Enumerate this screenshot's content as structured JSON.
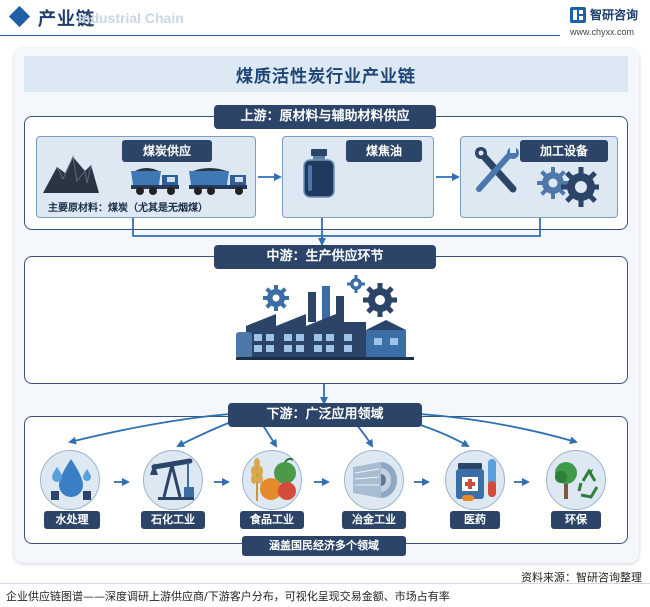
{
  "header": {
    "title": "产业链",
    "title_en": "Industrial Chain",
    "brand_name": "智研咨询",
    "brand_url": "www.chyxx.com"
  },
  "main_title": "煤质活性炭行业产业链",
  "upstream": {
    "label": "上游：原材料与辅助材料供应",
    "coal": {
      "label": "煤炭供应",
      "note": "主要原材料：煤炭（尤其是无烟煤）"
    },
    "coal_tar": {
      "label": "煤焦油"
    },
    "equipment": {
      "label": "加工设备"
    }
  },
  "midstream": {
    "label": "中游：生产供应环节"
  },
  "downstream": {
    "label": "下游：广泛应用领域",
    "industries": [
      {
        "label": "水处理"
      },
      {
        "label": "石化工业"
      },
      {
        "label": "食品工业"
      },
      {
        "label": "冶金工业"
      },
      {
        "label": "医药"
      },
      {
        "label": "环保"
      }
    ],
    "summary": "涵盖国民经济多个领域"
  },
  "source": "资料来源：智研咨询整理",
  "footer": "企业供应链图谱——深度调研上游供应商/下游客户分布，可视化呈现交易金额、市场占有率",
  "colors": {
    "accent": "#2b4468",
    "brand": "#1f5fa8",
    "panel": "#dde8f3"
  }
}
